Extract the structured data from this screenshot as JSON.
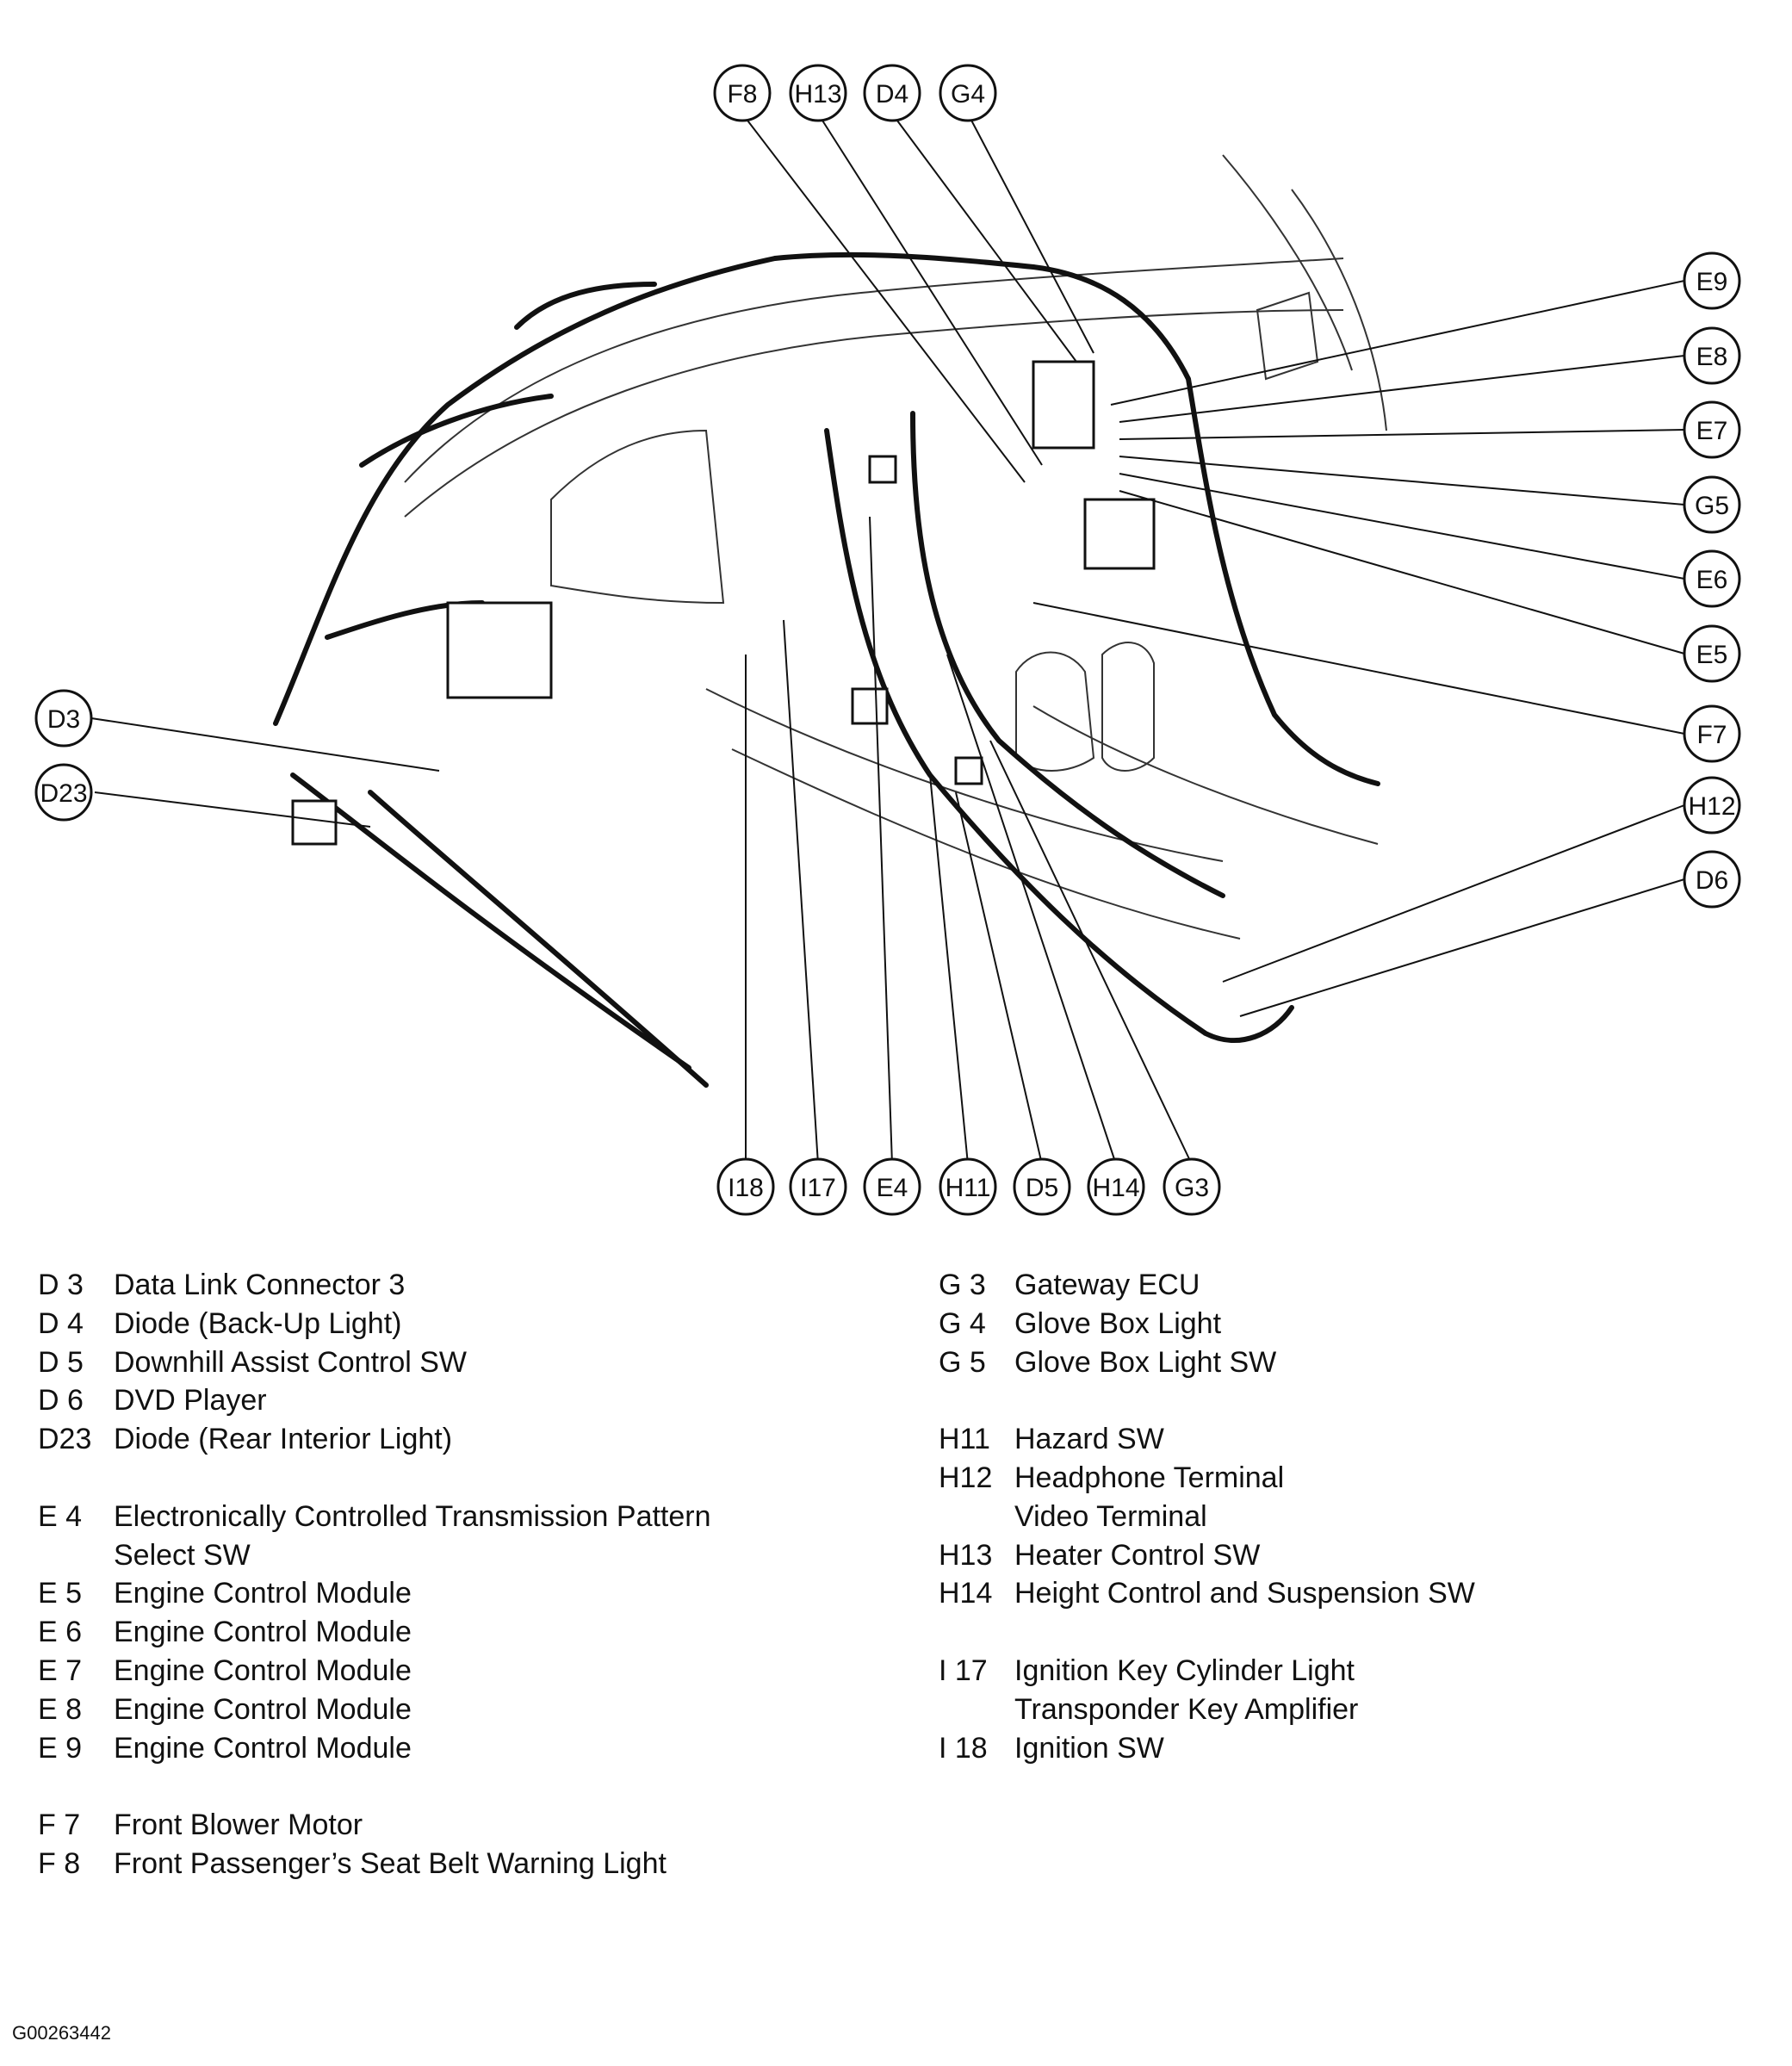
{
  "callouts": {
    "top": [
      "F8",
      "H13",
      "D4",
      "G4"
    ],
    "right": [
      "E9",
      "E8",
      "E7",
      "G5",
      "E6",
      "E5",
      "F7",
      "H12",
      "D6"
    ],
    "left": [
      "D3",
      "D23"
    ],
    "bottom": [
      "I18",
      "I17",
      "E4",
      "H11",
      "D5",
      "H14",
      "G3"
    ]
  },
  "legend_left": [
    {
      "code": "D  3",
      "text": "Data Link Connector 3"
    },
    {
      "code": "D  4",
      "text": "Diode (Back-Up Light)"
    },
    {
      "code": "D  5",
      "text": "Downhill Assist Control SW"
    },
    {
      "code": "D  6",
      "text": "DVD Player"
    },
    {
      "code": "D23",
      "text": "Diode (Rear Interior Light)"
    },
    {
      "code": "E  4",
      "text": "Electronically Controlled Transmission Pattern"
    },
    {
      "code": "",
      "text": "Select SW"
    },
    {
      "code": "E  5",
      "text": "Engine Control Module"
    },
    {
      "code": "E  6",
      "text": "Engine Control Module"
    },
    {
      "code": "E  7",
      "text": "Engine Control Module"
    },
    {
      "code": "E  8",
      "text": "Engine Control Module"
    },
    {
      "code": "E  9",
      "text": "Engine Control Module"
    },
    {
      "code": "F  7",
      "text": "Front Blower Motor"
    },
    {
      "code": "F  8",
      "text": "Front Passenger’s Seat Belt Warning Light"
    }
  ],
  "legend_right": [
    {
      "code": "G  3",
      "text": "Gateway ECU"
    },
    {
      "code": "G  4",
      "text": "Glove Box Light"
    },
    {
      "code": "G  5",
      "text": "Glove Box Light SW"
    },
    {
      "code": "H11",
      "text": "Hazard SW"
    },
    {
      "code": "H12",
      "text": "Headphone Terminal"
    },
    {
      "code": "",
      "text": "Video Terminal"
    },
    {
      "code": "H13",
      "text": "Heater Control SW"
    },
    {
      "code": "H14",
      "text": "Height Control and Suspension SW"
    },
    {
      "code": "I  17",
      "text": "Ignition Key Cylinder Light"
    },
    {
      "code": "",
      "text": "Transponder Key Amplifier"
    },
    {
      "code": "I  18",
      "text": "Ignition SW"
    }
  ],
  "figure_id": "G00263442"
}
